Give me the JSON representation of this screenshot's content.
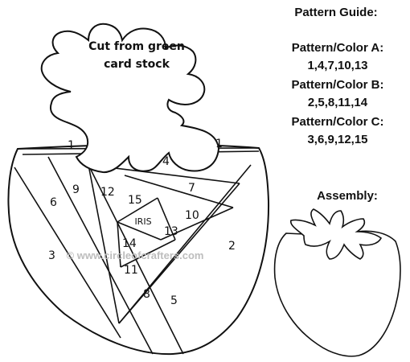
{
  "calyx_note": {
    "line1": "Cut from green",
    "line2": "card stock"
  },
  "guide": {
    "title": "Pattern Guide:",
    "a_label": "Pattern/Color A:",
    "a_values": "1,4,7,10,13",
    "b_label": "Pattern/Color B:",
    "b_values": "2,5,8,11,14",
    "c_label": "Pattern/Color C:",
    "c_values": "3,6,9,12,15"
  },
  "assembly": {
    "title": "Assembly:"
  },
  "pattern_numbers": {
    "n1_left": "1",
    "n1_right": "1",
    "n2": "2",
    "n3": "3",
    "n4": "4",
    "n5": "5",
    "n6": "6",
    "n7": "7",
    "n8": "8",
    "n9": "9",
    "n10": "10",
    "n11": "11",
    "n12": "12",
    "n13": "13",
    "n14": "14",
    "n15": "15"
  },
  "center_label": "IRIS",
  "watermark": "© www.circleofcrafters.com"
}
